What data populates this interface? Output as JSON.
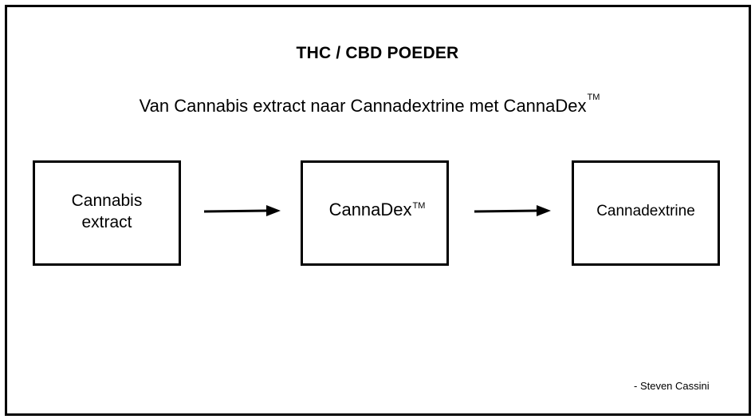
{
  "header": {
    "title": "THC / CBD POEDER",
    "subtitle": "Van Cannabis extract naar Cannadextrine met CannaDex",
    "subtitle_mark": "TM"
  },
  "flow": {
    "steps": [
      {
        "label": "Cannabis extract",
        "mark": ""
      },
      {
        "label": "CannaDex",
        "mark": "TM"
      },
      {
        "label": "Cannadextrine",
        "mark": ""
      }
    ]
  },
  "footer": {
    "signature": "- Steven Cassini"
  },
  "colors": {
    "line": "#000000",
    "background": "#ffffff"
  }
}
